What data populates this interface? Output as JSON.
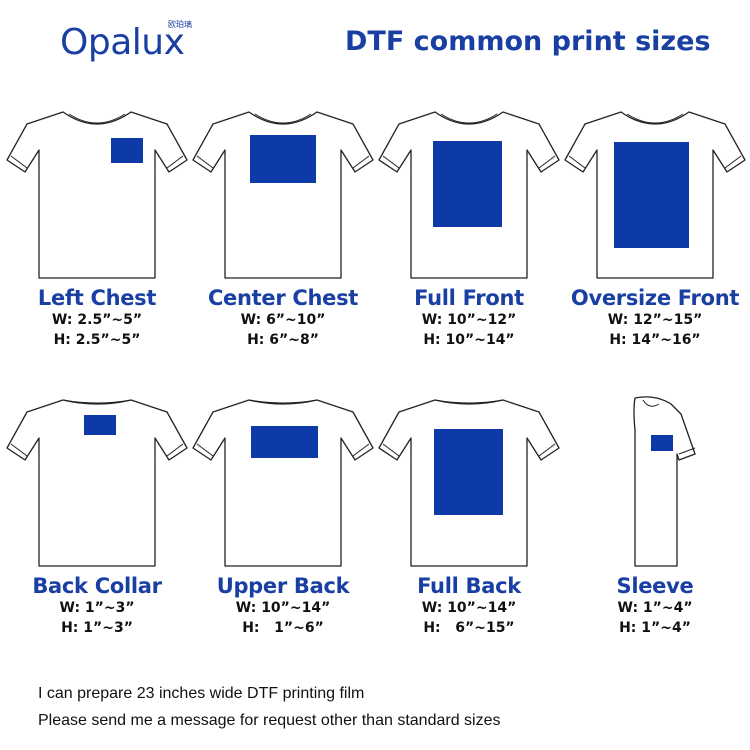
{
  "brand": {
    "name": "Opalux",
    "subtitle": "欧珀璃"
  },
  "title": "DTF common print sizes",
  "colors": {
    "accent": "#1a3fa3",
    "print_area": "#0d3aa6",
    "text": "#111111"
  },
  "placements": [
    {
      "label": "Left Chest",
      "width": "W: 2.5”~5”",
      "height": "H: 2.5”~5”"
    },
    {
      "label": "Center Chest",
      "width": "W: 6”~10”",
      "height": "H: 6”~8”"
    },
    {
      "label": "Full Front",
      "width": "W: 10”~12”",
      "height": "H: 10”~14”"
    },
    {
      "label": "Oversize Front",
      "width": "W: 12”~15”",
      "height": "H: 14”~16”"
    },
    {
      "label": "Back Collar",
      "width": "W: 1”~3”",
      "height": "H: 1”~3”"
    },
    {
      "label": "Upper Back",
      "width": "W: 10”~14”",
      "height": "H:   1”~6”"
    },
    {
      "label": "Full Back",
      "width": "W: 10”~14”",
      "height": "H:   6”~15”"
    },
    {
      "label": "Sleeve",
      "width": "W: 1”~4”",
      "height": "H: 1”~4”"
    }
  ],
  "footer": {
    "line1": "I can prepare 23 inches wide DTF printing film",
    "line2": "Please send me a message for request other than standard sizes"
  }
}
